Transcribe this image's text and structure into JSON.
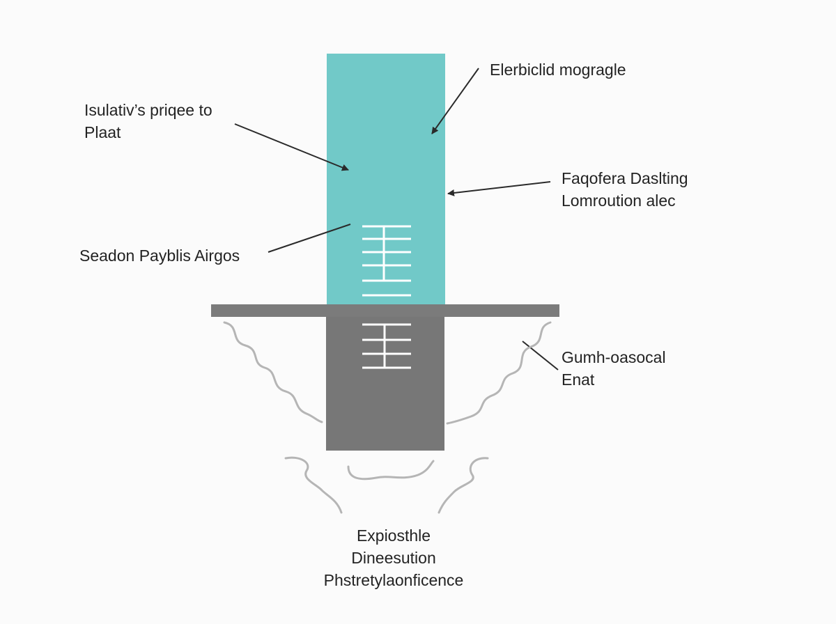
{
  "colors": {
    "background": "#fbfbfb",
    "upper_column": "#71c9c8",
    "lower_column": "#777777",
    "ground_slab": "#7b7b7b",
    "ladder": "#ffffff",
    "arrow": "#2a2a2a",
    "wavy_lines": "#b5b5b5",
    "text": "#232323"
  },
  "labels": {
    "top_left": {
      "line1": "Isulativ’s priqee to",
      "line2": "Plaat"
    },
    "top_right": {
      "line1": "Elerbiclid mogragle"
    },
    "middle_right": {
      "line1": "Faqofera Daslting",
      "line2": "Lomroution alec"
    },
    "middle_left": {
      "line1": "Seadon Payblis Airgos"
    },
    "lower_right": {
      "line1": "Gumh-oasocal",
      "line2": "Enat"
    },
    "bottom": {
      "line1": "Expiosthle",
      "line2": "Dineesution",
      "line3": "Phstretylaonficence"
    }
  }
}
